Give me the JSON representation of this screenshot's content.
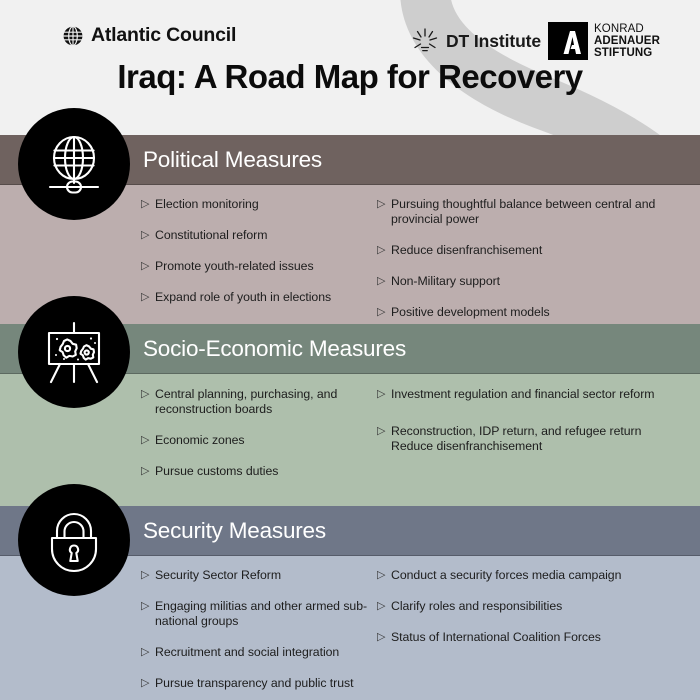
{
  "header": {
    "title": "Iraq: A Road Map for Recovery",
    "logos": [
      {
        "id": "atlantic-council",
        "text": "Atlantic Council",
        "icon": "globe-grid-icon"
      },
      {
        "id": "dt-institute",
        "text": "DT Institute",
        "icon": "sunburst-icon"
      },
      {
        "id": "konrad-adenauer-stiftung",
        "line1": "KONRAD",
        "line2": "ADENAUER",
        "line3": "STIFTUNG",
        "icon": "kas-arrow-mark-icon"
      }
    ]
  },
  "colors": {
    "page_background": "#f1f1f1",
    "political_band": "#6f625f",
    "political_body": "#bcaeae",
    "socio_band": "#76877c",
    "socio_body": "#aebfac",
    "security_band": "#6f7788",
    "security_body": "#b3bccb",
    "badge_circle": "#000000",
    "river": "#9a9a9a"
  },
  "sections": [
    {
      "id": "political",
      "title": "Political Measures",
      "icon": "globe-network-icon",
      "band_color": "#6f625f",
      "body_color": "#bcaeae",
      "left_bullets": [
        "Election monitoring",
        "Constitutional reform",
        "Promote youth-related issues",
        "Expand role of youth in elections"
      ],
      "right_bullets": [
        "Pursuing thoughtful balance between central and provincial power",
        "Reduce disenfranchisement",
        "Non-Military support",
        "Positive development models"
      ]
    },
    {
      "id": "socio-economic",
      "title": "Socio-Economic Measures",
      "icon": "easel-gears-icon",
      "band_color": "#76877c",
      "body_color": "#aebfac",
      "left_bullets": [
        "Central planning, purchasing, and reconstruction boards",
        "Economic zones",
        "Pursue customs duties"
      ],
      "right_bullets": [
        "Investment regulation and financial sector reform",
        "Reconstruction, IDP return, and refugee return Reduce disenfranchisement"
      ]
    },
    {
      "id": "security",
      "title": "Security Measures",
      "icon": "padlock-icon",
      "band_color": "#6f7788",
      "body_color": "#b3bccb",
      "left_bullets": [
        "Security Sector Reform",
        "Engaging militias and other armed sub-national groups",
        "Recruitment and social integration",
        "Pursue transparency and public trust"
      ],
      "right_bullets": [
        "Conduct a security forces media campaign",
        "Clarify roles and responsibilities",
        "Status of International Coalition Forces"
      ]
    }
  ]
}
